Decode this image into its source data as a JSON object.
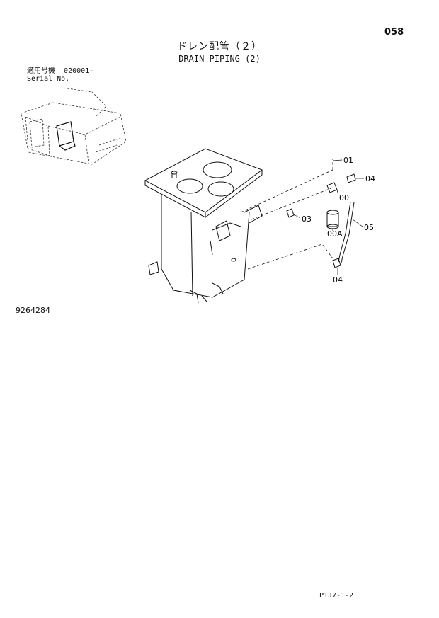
{
  "header": {
    "page_number": "058",
    "title_jp": "ドレン配管（２）",
    "title_en": "DRAIN PIPING (2)"
  },
  "applicability": {
    "label_jp": "適用号機",
    "serial_from": "020001-",
    "label_en": "Serial No."
  },
  "drawing_number": "9264284",
  "callouts": [
    "01",
    "04",
    "00",
    "03",
    "00A",
    "05",
    "04"
  ],
  "footer": {
    "code": "P1J7-1-2"
  }
}
